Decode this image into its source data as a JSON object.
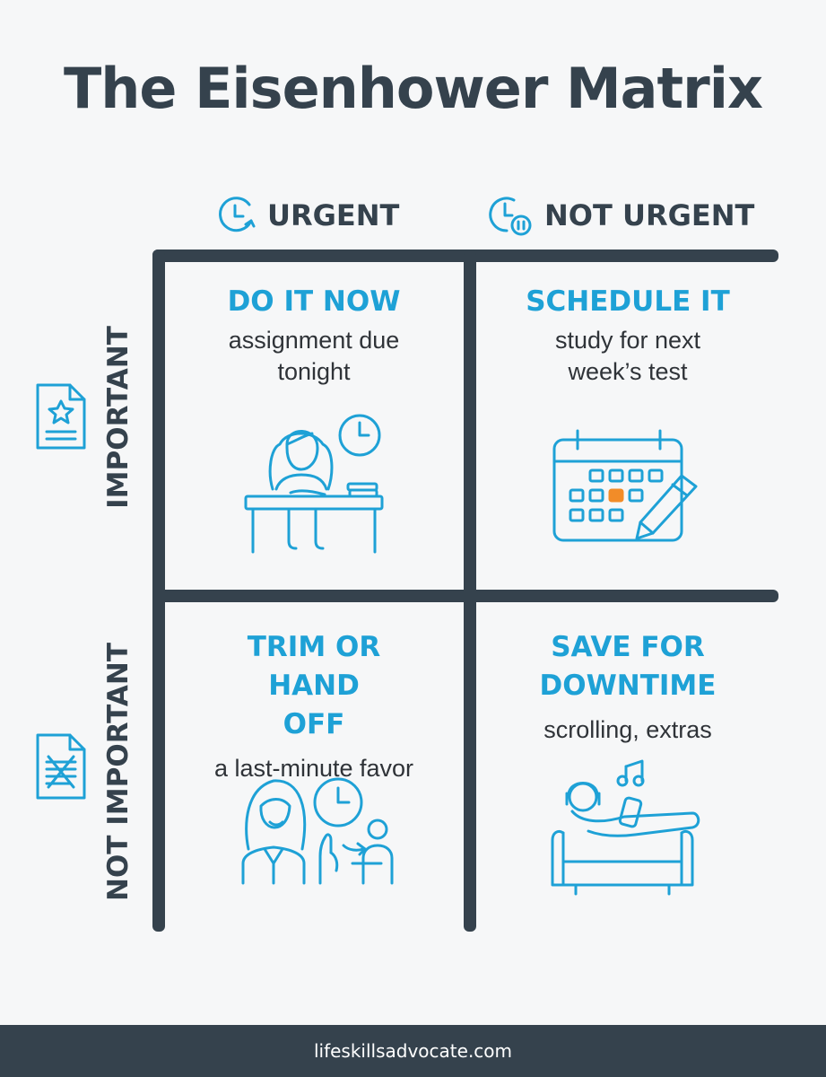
{
  "title": "The Eisenhower Matrix",
  "columns": {
    "urgent": "URGENT",
    "not_urgent": "NOT URGENT"
  },
  "rows": {
    "important": "IMPORTANT",
    "not_important": "NOT IMPORTANT"
  },
  "quadrants": {
    "q1": {
      "title": "DO IT NOW",
      "desc": "assignment due tonight",
      "icon": "student-at-desk-with-clock-icon"
    },
    "q2": {
      "title": "SCHEDULE IT",
      "desc": "study for next week’s test",
      "icon": "calendar-with-pencil-icon"
    },
    "q3": {
      "title": "TRIM OR HAND OFF",
      "desc": "a last-minute favor",
      "icon": "person-handing-off-task-icon"
    },
    "q4": {
      "title": "SAVE FOR DOWNTIME",
      "desc": "scrolling, extras",
      "icon": "person-relaxing-in-armchair-icon"
    }
  },
  "colors": {
    "accent": "#1ea1d6",
    "dark": "#35424d",
    "highlight": "#f28c28",
    "background": "#f6f7f8"
  },
  "footer": "lifeskillsadvocate.com"
}
